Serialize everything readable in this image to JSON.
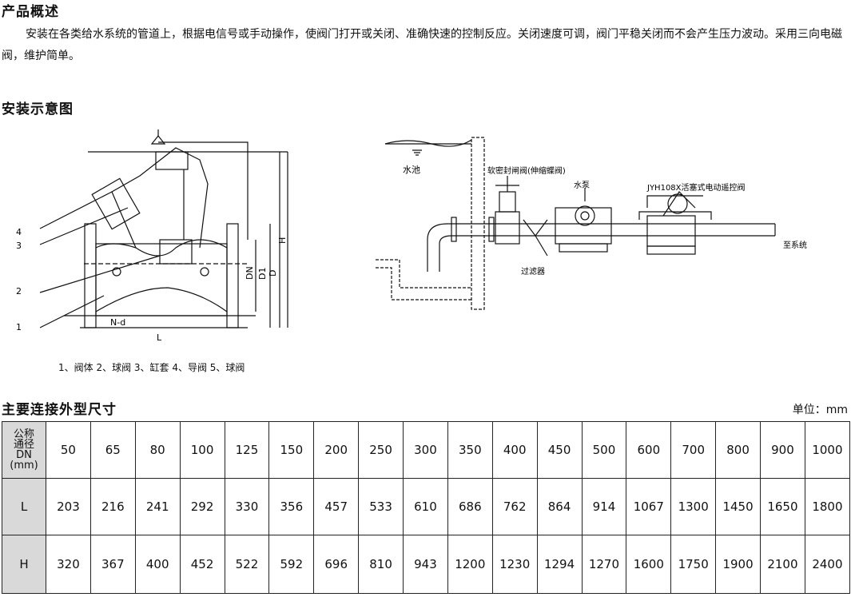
{
  "overview": {
    "title": "产品概述",
    "text": "安装在各类给水系统的管道上，根据电信号或手动操作，使阀门打开或关闭、准确快速的控制反应。关闭速度可调，阀门平稳关闭而不会产生压力波动。采用三向电磁阀，维护简单。"
  },
  "install": {
    "title": "安装示意图",
    "valve_labels": [
      "4",
      "3",
      "2",
      "1"
    ],
    "valve_dims": {
      "n_d": "N-d",
      "l": "L",
      "dn": "DN",
      "d1": "D1",
      "d": "D",
      "h": "H"
    },
    "caption": "1、阀体 2、球阀 3、缸套 4、导阀 5、球阀",
    "system": {
      "pool": "水池",
      "gate_valve": "软密封闸阀(伸缩蝶阀)",
      "pump": "水泵",
      "remote_valve": "JYH108X活塞式电动遥控阀",
      "filter": "过滤器",
      "to_system": "至系统"
    }
  },
  "dimensions": {
    "title": "主要连接外型尺寸",
    "unit": "单位：mm",
    "header_label": [
      "公称",
      "通径",
      "DN",
      "(mm)"
    ],
    "rows": [
      {
        "label": "",
        "values": [
          "50",
          "65",
          "80",
          "100",
          "125",
          "150",
          "200",
          "250",
          "300",
          "350",
          "400",
          "450",
          "500",
          "600",
          "700",
          "800",
          "900",
          "1000"
        ]
      },
      {
        "label": "L",
        "values": [
          "203",
          "216",
          "241",
          "292",
          "330",
          "356",
          "457",
          "533",
          "610",
          "686",
          "762",
          "864",
          "914",
          "1067",
          "1300",
          "1450",
          "1650",
          "1800"
        ]
      },
      {
        "label": "H",
        "values": [
          "320",
          "367",
          "400",
          "452",
          "522",
          "592",
          "696",
          "810",
          "943",
          "1200",
          "1230",
          "1294",
          "1270",
          "1600",
          "1750",
          "1900",
          "2100",
          "2400"
        ]
      }
    ]
  }
}
